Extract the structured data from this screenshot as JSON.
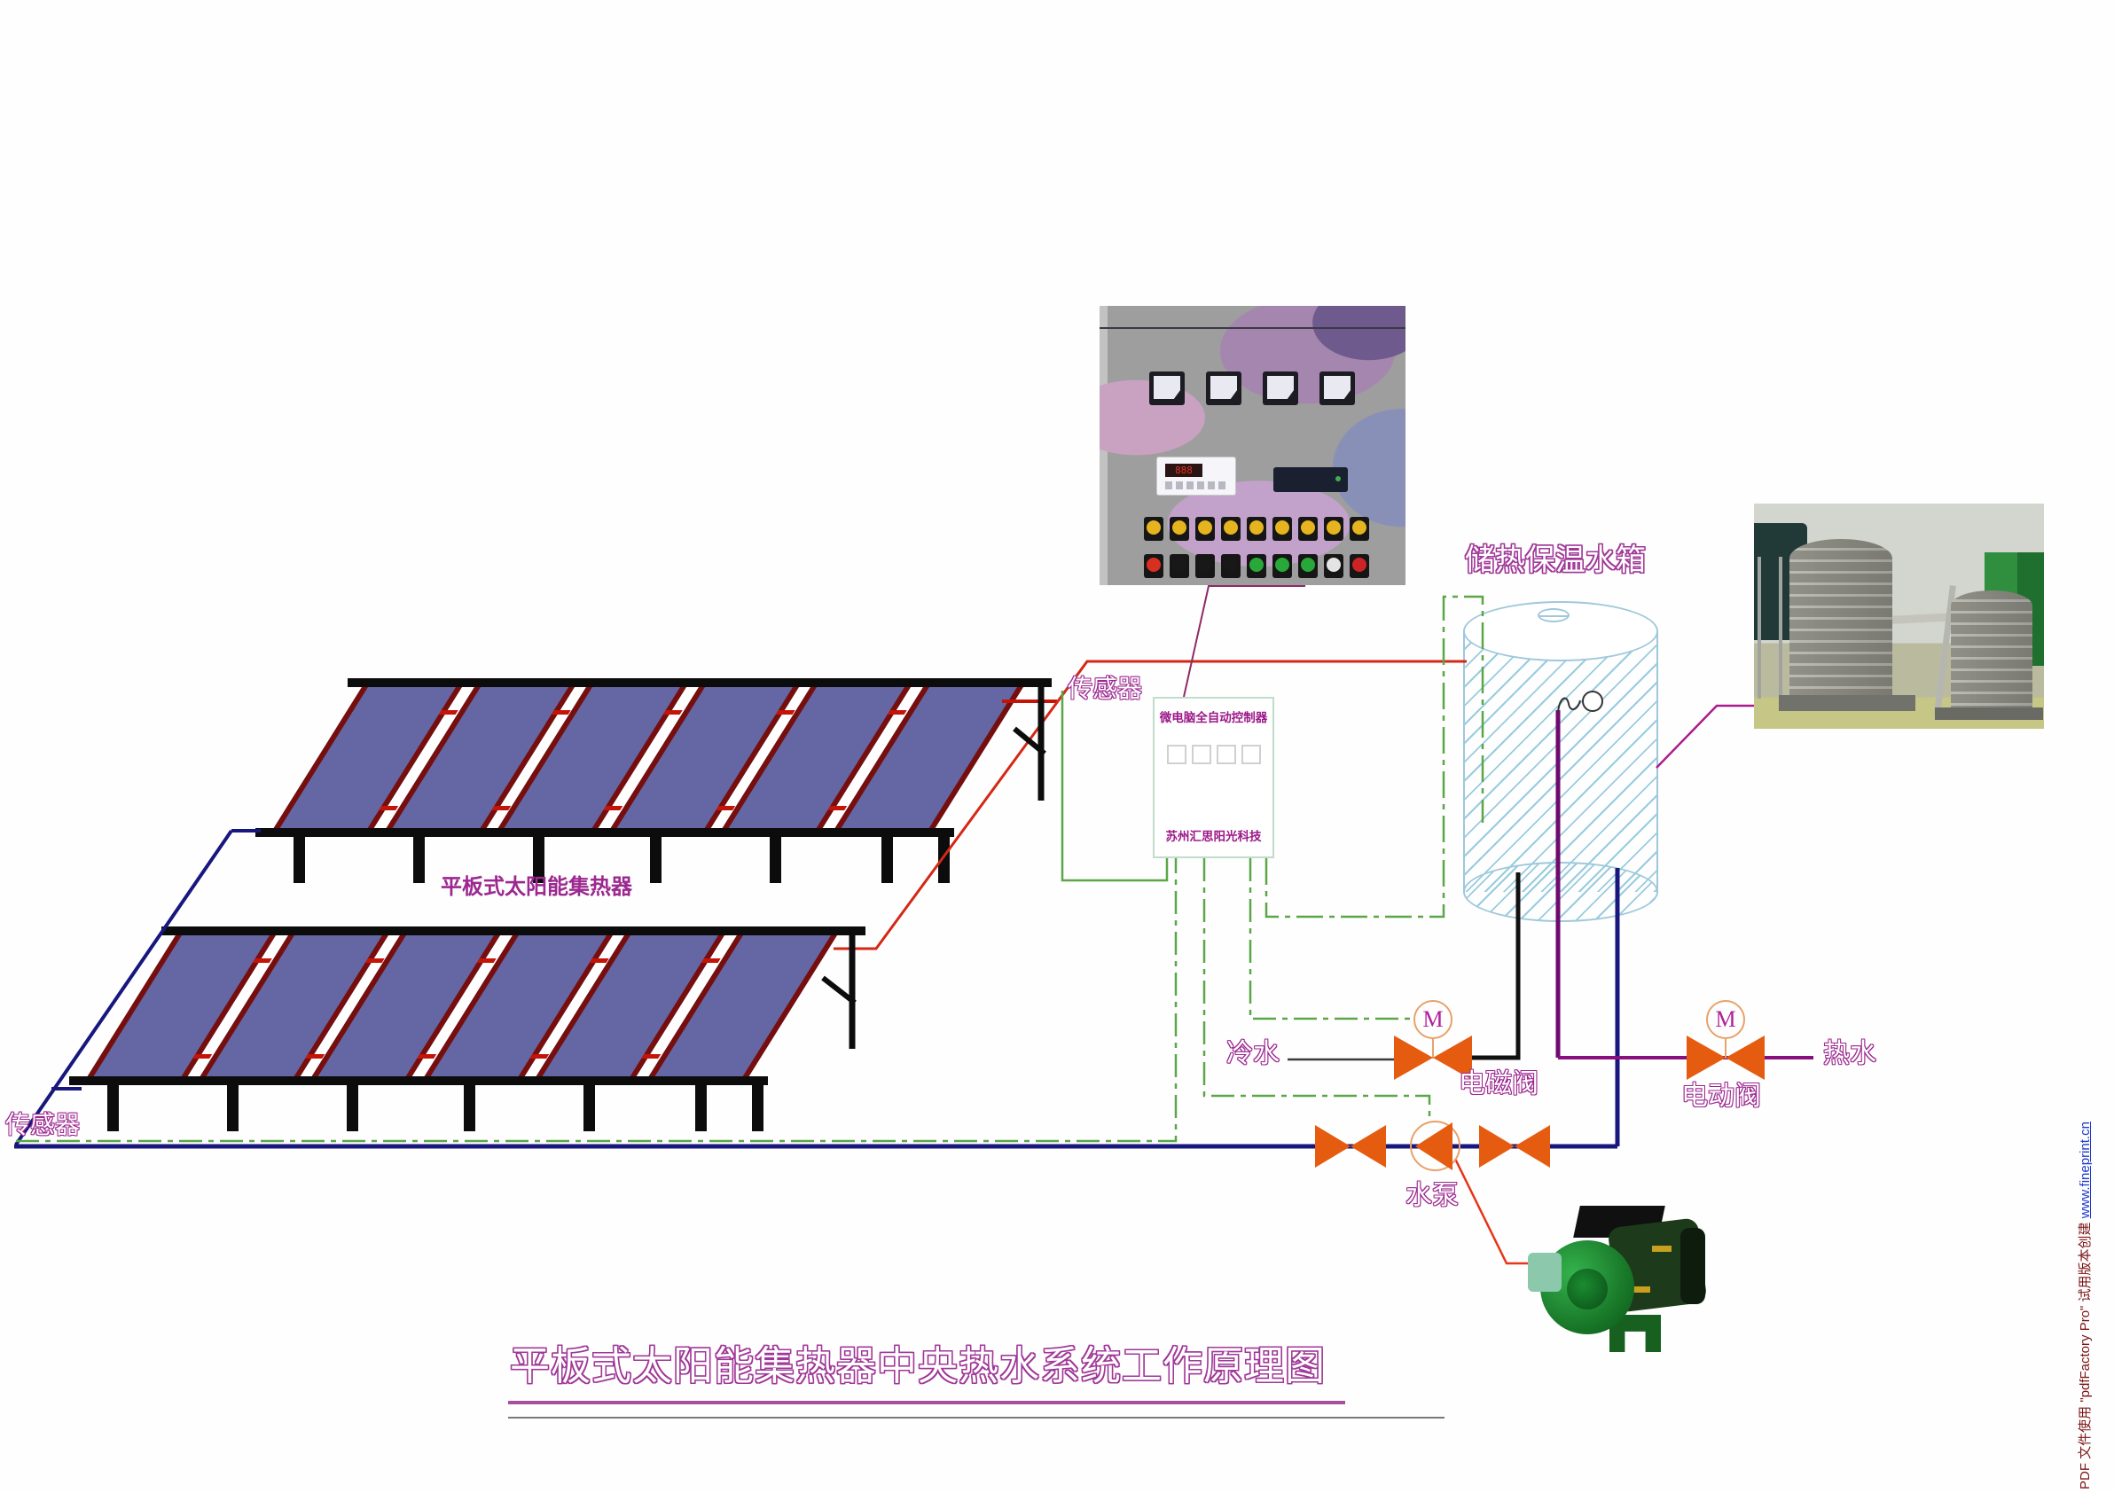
{
  "title": {
    "text": "平板式太阳能集热器中央热水系统工作原理图"
  },
  "labels": {
    "collector_array": "平板式太阳能集热器",
    "sensor_top": "传感器",
    "sensor_bottom": "传感器",
    "storage_tank": "储热保温水箱",
    "cold_water": "冷水",
    "hot_water": "热水",
    "solenoid_valve": "电磁阀",
    "motorized_valve": "电动阀",
    "water_pump": "水泵",
    "valve_motor_letter": "M"
  },
  "controller_box": {
    "title": "微电脑全自动控制器",
    "brand": "苏州汇思阳光科技",
    "indicator_count": 4
  },
  "collector": {
    "arrays": 2,
    "panels_per_array": 6,
    "legs_per_array": 7
  },
  "control_panel_photo": {
    "meter_count": 4,
    "buttons_row1": [
      "#e6b41e",
      "#e6b41e",
      "#e6b41e",
      "#e6b41e",
      "#e6b41e",
      "#e6b41e",
      "#e6b41e",
      "#e6b41e",
      "#e6b41e"
    ],
    "buttons_row2": [
      "#d83020",
      "#181818",
      "#181818",
      "#181818",
      "#28a838",
      "#28a838",
      "#28a838",
      "#e4e4e4",
      "#cc2424"
    ]
  },
  "watermark": {
    "prefix": "PDF 文件使用 \"pdfFactory Pro\" 试用版本创建  ",
    "link": "www.fineprint.cn"
  },
  "colors": {
    "panel_blue": "#6467a4",
    "panel_frame": "#770e0e",
    "pipe_hot_red": "#d42814",
    "pipe_cold_navy": "#17177e",
    "pipe_outlet_purple": "#6e0a6e",
    "signal_wire_green": "#5aa648",
    "valve_orange": "#e55c10",
    "label_magenta": "#9c2890",
    "tank_outline_blue": "#a0c8dc"
  }
}
